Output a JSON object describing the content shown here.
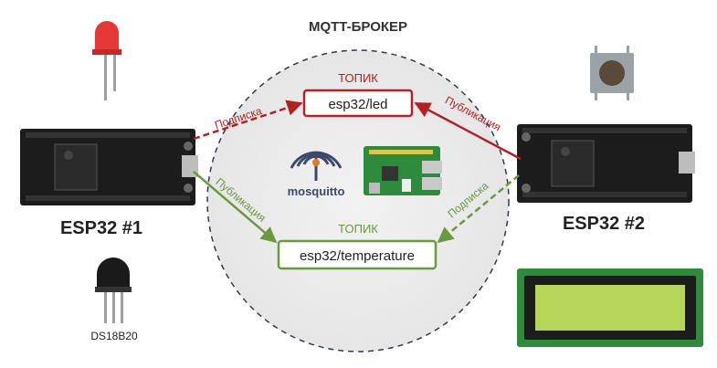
{
  "broker": {
    "title": "MQTT-БРОКЕР",
    "software_name": "mosquitto"
  },
  "topics": [
    {
      "heading": "ТОПИК",
      "name": "esp32/led",
      "color": "#b22222"
    },
    {
      "heading": "ТОПИК",
      "name": "esp32/temperature",
      "color": "#6a9a3e"
    }
  ],
  "devices": [
    {
      "label": "ESP32 #1"
    },
    {
      "label": "ESP32 #2"
    }
  ],
  "arrows": {
    "esp1_led": "Подписка",
    "esp2_led": "Публикация",
    "esp1_temp": "Публикация",
    "esp2_temp": "Подписка"
  },
  "sensor": {
    "label": "DS18B20"
  },
  "colors": {
    "red": "#b22222",
    "green": "#6a9a3e",
    "board": "#1c1c1c",
    "pcb_green": "#2e8b3c",
    "lcd": "#b6d65a"
  }
}
